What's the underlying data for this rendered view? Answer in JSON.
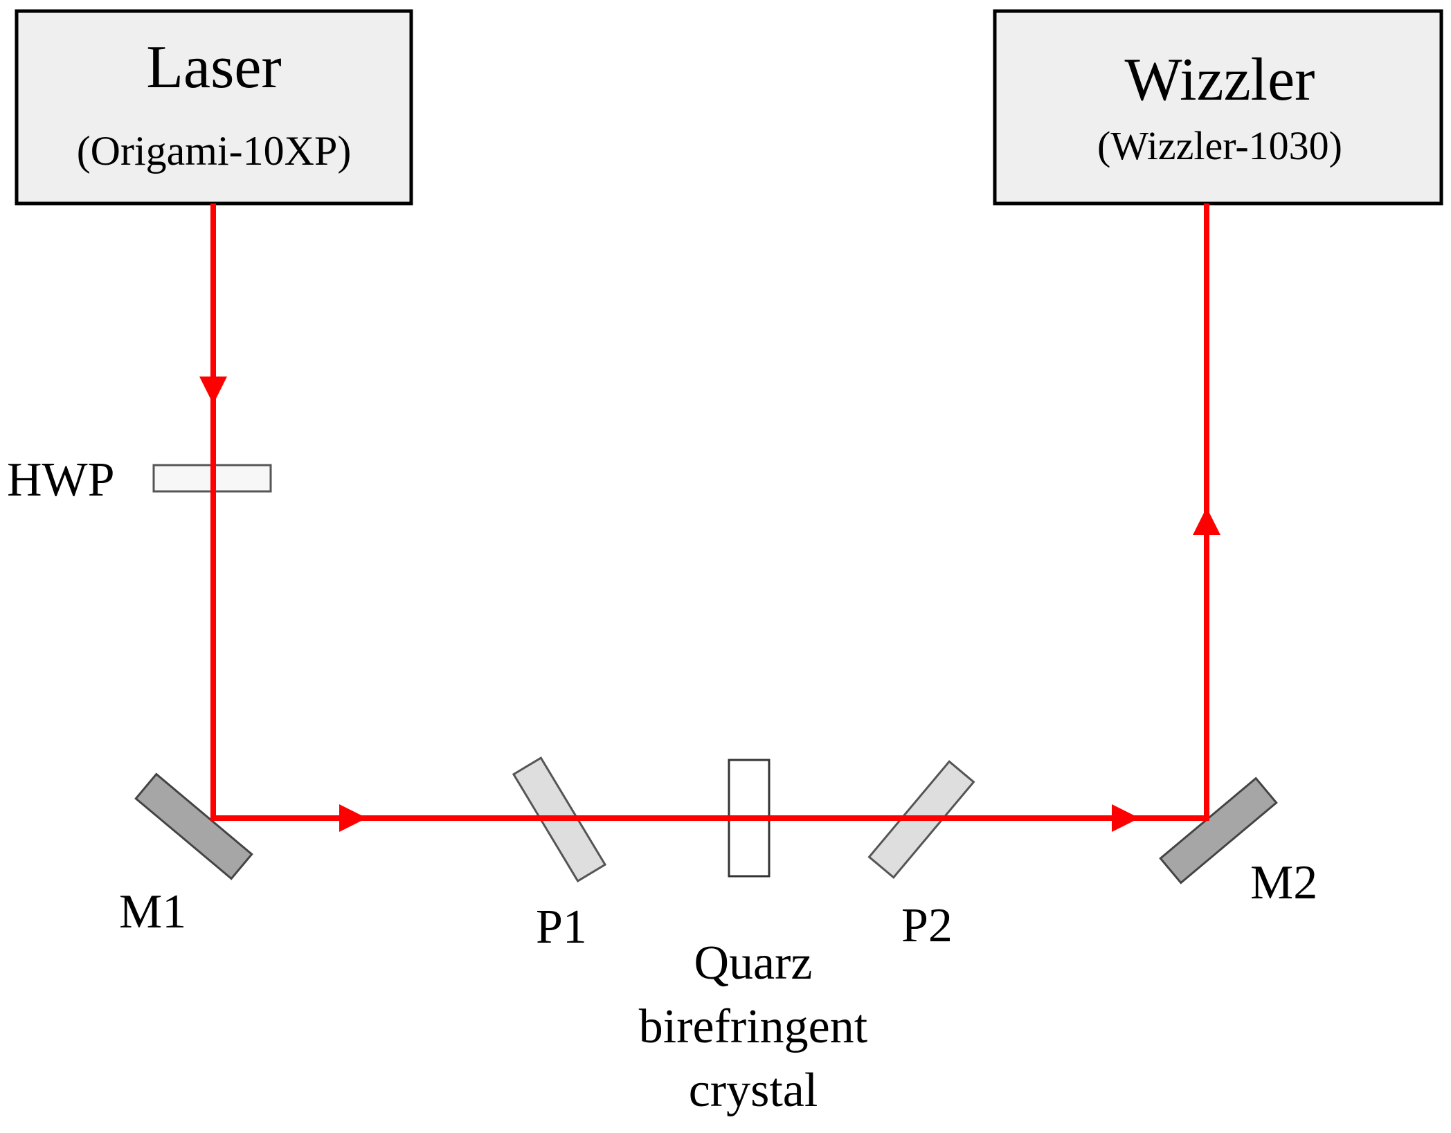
{
  "laser": {
    "title": "Laser",
    "model": "(Origami-10XP)"
  },
  "wizzler": {
    "title": "Wizzler",
    "model": "(Wizzler-1030)"
  },
  "components": {
    "hwp": "HWP",
    "m1": "M1",
    "p1": "P1",
    "p2": "P2",
    "m2": "M2",
    "crystal": [
      "Quarz",
      "birefringent",
      "crystal"
    ]
  },
  "colors": {
    "beam": "#ff0000",
    "box_fill": "#efefef",
    "mirror_fill": "#a6a6a6",
    "polarizer_fill": "#dedede"
  }
}
